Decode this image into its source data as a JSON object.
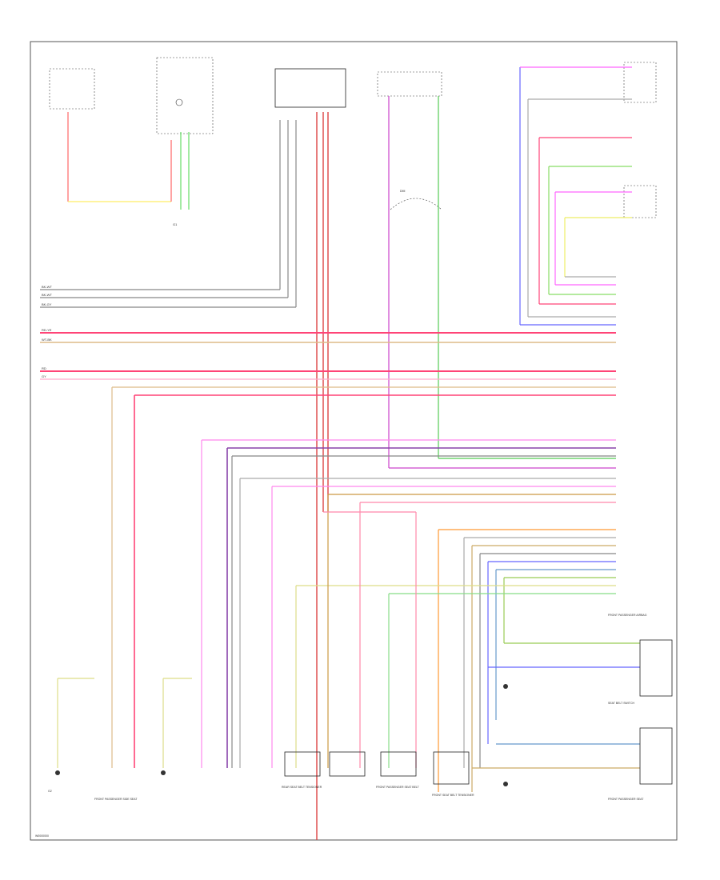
{
  "diagram": {
    "footer_code": "W0000000",
    "labels": {
      "left_wire_1": "BK-WT",
      "left_wire_2": "BK-WT",
      "left_wire_3": "BK-GY",
      "left_wire_4": "RD-YE",
      "left_wire_5": "WT-BK",
      "left_wire_6": "RD",
      "left_wire_7": "GY",
      "ground_left_1": "G1",
      "ground_left_2": "G2",
      "bottom_1": "FRONT PASSENGER SIDE SEAT",
      "bottom_2": "REAR SEAT BELT TENSIONER",
      "bottom_3": "FRONT PASSENGER SEAT BELT",
      "bottom_4": "FRONT SEAT BELT TENSIONER",
      "right_1": "FRONT PASSENGER AIRBAG",
      "right_2": "SEAT BELT SWITCH",
      "right_3": "FRONT PASSENGER SEAT",
      "dim": "DIM"
    }
  }
}
